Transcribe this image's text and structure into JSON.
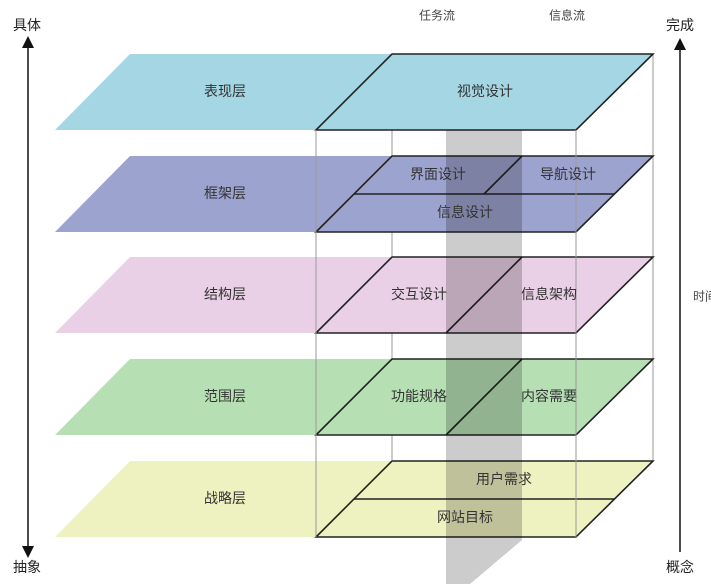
{
  "columns": {
    "task_flow": "任务流",
    "info_flow": "信息流"
  },
  "left_axis": {
    "top": "具体",
    "bottom": "抽象"
  },
  "right_axis": {
    "top": "完成",
    "bottom": "概念",
    "middle": "时间"
  },
  "layers": [
    {
      "name": "表现层",
      "color": "#a4d6e4",
      "items": [
        "视觉设计"
      ]
    },
    {
      "name": "框架层",
      "color": "#9da3cf",
      "items": [
        "界面设计",
        "导航设计",
        "信息设计"
      ]
    },
    {
      "name": "结构层",
      "color": "#ead0e6",
      "items": [
        "交互设计",
        "信息架构"
      ]
    },
    {
      "name": "范围层",
      "color": "#b6e0b4",
      "items": [
        "功能规格",
        "内容需要"
      ]
    },
    {
      "name": "战略层",
      "color": "#eef2c0",
      "items": [
        "用户需求",
        "网站目标"
      ]
    }
  ]
}
